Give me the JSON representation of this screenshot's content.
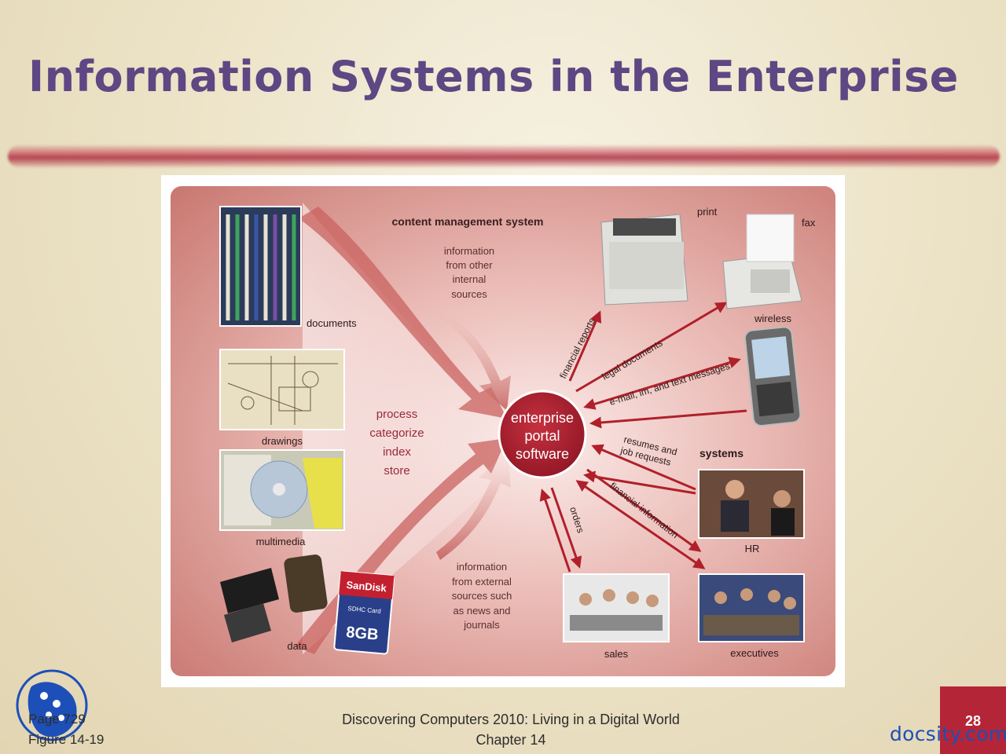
{
  "slide": {
    "title": "Information Systems in the Enterprise",
    "footer_left_lines": [
      "Page 729",
      "Figure 14-19"
    ],
    "footer_center_lines": [
      "Discovering Computers 2010: Living in a Digital World",
      "Chapter 14"
    ],
    "page_number": "28",
    "watermark": "docsity.com"
  },
  "diagram": {
    "center": [
      "enterprise",
      "portal",
      "software"
    ],
    "cms_title": "content management system",
    "info_internal": [
      "information",
      "from other",
      "internal",
      "sources"
    ],
    "info_external": [
      "information",
      "from external",
      "sources such",
      "as news and",
      "journals"
    ],
    "process_steps": [
      "process",
      "categorize",
      "index",
      "store"
    ],
    "inputs": [
      "documents",
      "drawings",
      "multimedia",
      "data"
    ],
    "outputs": {
      "print": "print",
      "fax": "fax",
      "wireless": "wireless",
      "systems": "systems",
      "hr": "HR",
      "sales": "sales",
      "executives": "executives"
    },
    "flows": {
      "financial_reports": "financial reports",
      "legal_documents": "legal documents",
      "messages": "e-mail, im, and text messages",
      "resumes": [
        "resumes and",
        "job requests"
      ],
      "financial_information": "financial information",
      "orders": "orders"
    },
    "sd_card": {
      "brand": "SanDisk",
      "capacity": "8GB",
      "type": "SDHC Card"
    }
  },
  "colors": {
    "title": "#5e4783",
    "accent": "#b52538",
    "arrow": "#b0202a",
    "watermark": "#1d4fb8"
  }
}
